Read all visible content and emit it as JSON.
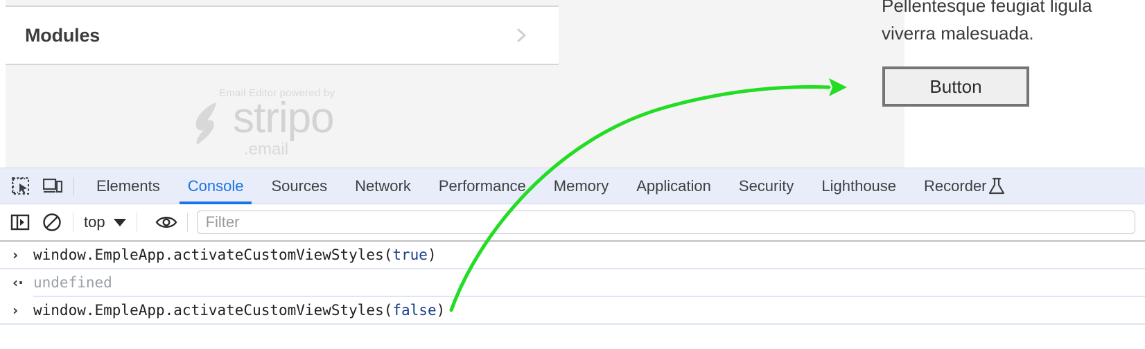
{
  "editor": {
    "modules_panel": {
      "title": "Modules",
      "chevron_icon": "chevron-right-icon"
    },
    "watermark": {
      "caption": "Email Editor powered by",
      "wordmark": "stripo",
      "tld": ".email"
    },
    "content": {
      "paragraph": "Pellentesque feugiat ligula\nviverra malesuada.",
      "button_label": "Button"
    }
  },
  "devtools": {
    "toolbar_icons": {
      "inspect": "inspect-element-icon",
      "device": "device-toolbar-icon"
    },
    "tabs": [
      {
        "label": "Elements",
        "active": false
      },
      {
        "label": "Console",
        "active": true
      },
      {
        "label": "Sources",
        "active": false
      },
      {
        "label": "Network",
        "active": false
      },
      {
        "label": "Performance",
        "active": false
      },
      {
        "label": "Memory",
        "active": false
      },
      {
        "label": "Application",
        "active": false
      },
      {
        "label": "Security",
        "active": false
      },
      {
        "label": "Lighthouse",
        "active": false
      },
      {
        "label": "Recorder",
        "active": false
      }
    ],
    "recorder_flask_icon": "flask-icon",
    "console_toolbar": {
      "sidebar_icon": "console-sidebar-icon",
      "clear_icon": "clear-console-icon",
      "context_value": "top",
      "context_caret_icon": "chevron-down-icon",
      "eye_icon": "live-expression-eye-icon",
      "filter_placeholder": "Filter"
    },
    "console_rows": [
      {
        "marker": "›",
        "type": "input",
        "prefix": "window.EmpleApp.activateCustomViewStyles(",
        "keyword": "true",
        "suffix": ")"
      },
      {
        "marker": "‹·",
        "type": "output",
        "prefix": "undefined",
        "keyword": "",
        "suffix": ""
      },
      {
        "marker": "›",
        "type": "input",
        "prefix": "window.EmpleApp.activateCustomViewStyles(",
        "keyword": "false",
        "suffix": ")"
      }
    ]
  },
  "annotation": {
    "arrow_icon": "green-curved-arrow-annotation",
    "color": "#22dd22"
  }
}
